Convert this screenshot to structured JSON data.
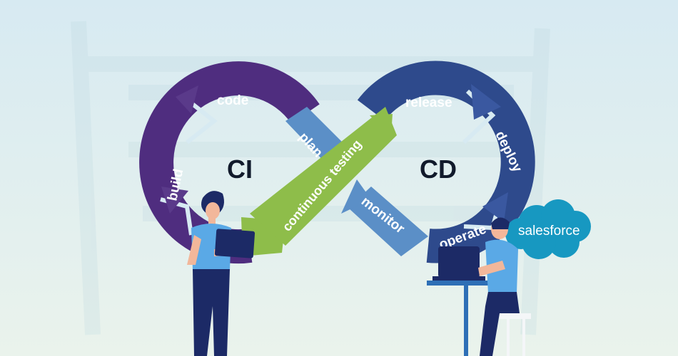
{
  "diagram": {
    "loop_labels": {
      "ci": "CI",
      "cd": "CD"
    },
    "stages": {
      "code": "code",
      "build": "build",
      "plan": "plan",
      "continuous_testing": "continuous testing",
      "monitor": "monitor",
      "release": "release",
      "deploy": "deploy",
      "operate": "operate"
    },
    "logo": {
      "text": "salesforce"
    }
  },
  "colors": {
    "background_top": "#d7eaf2",
    "background_bottom": "#eaf3ec",
    "ci_loop": "#4f2d7f",
    "cd_loop": "#2e4a8c",
    "continuous_testing": "#8ebd4a",
    "plan_monitor": "#5b8fc7",
    "salesforce_cloud": "#1798c1",
    "person_shirt": "#5aa9e6",
    "person_pants": "#1c2a66"
  }
}
